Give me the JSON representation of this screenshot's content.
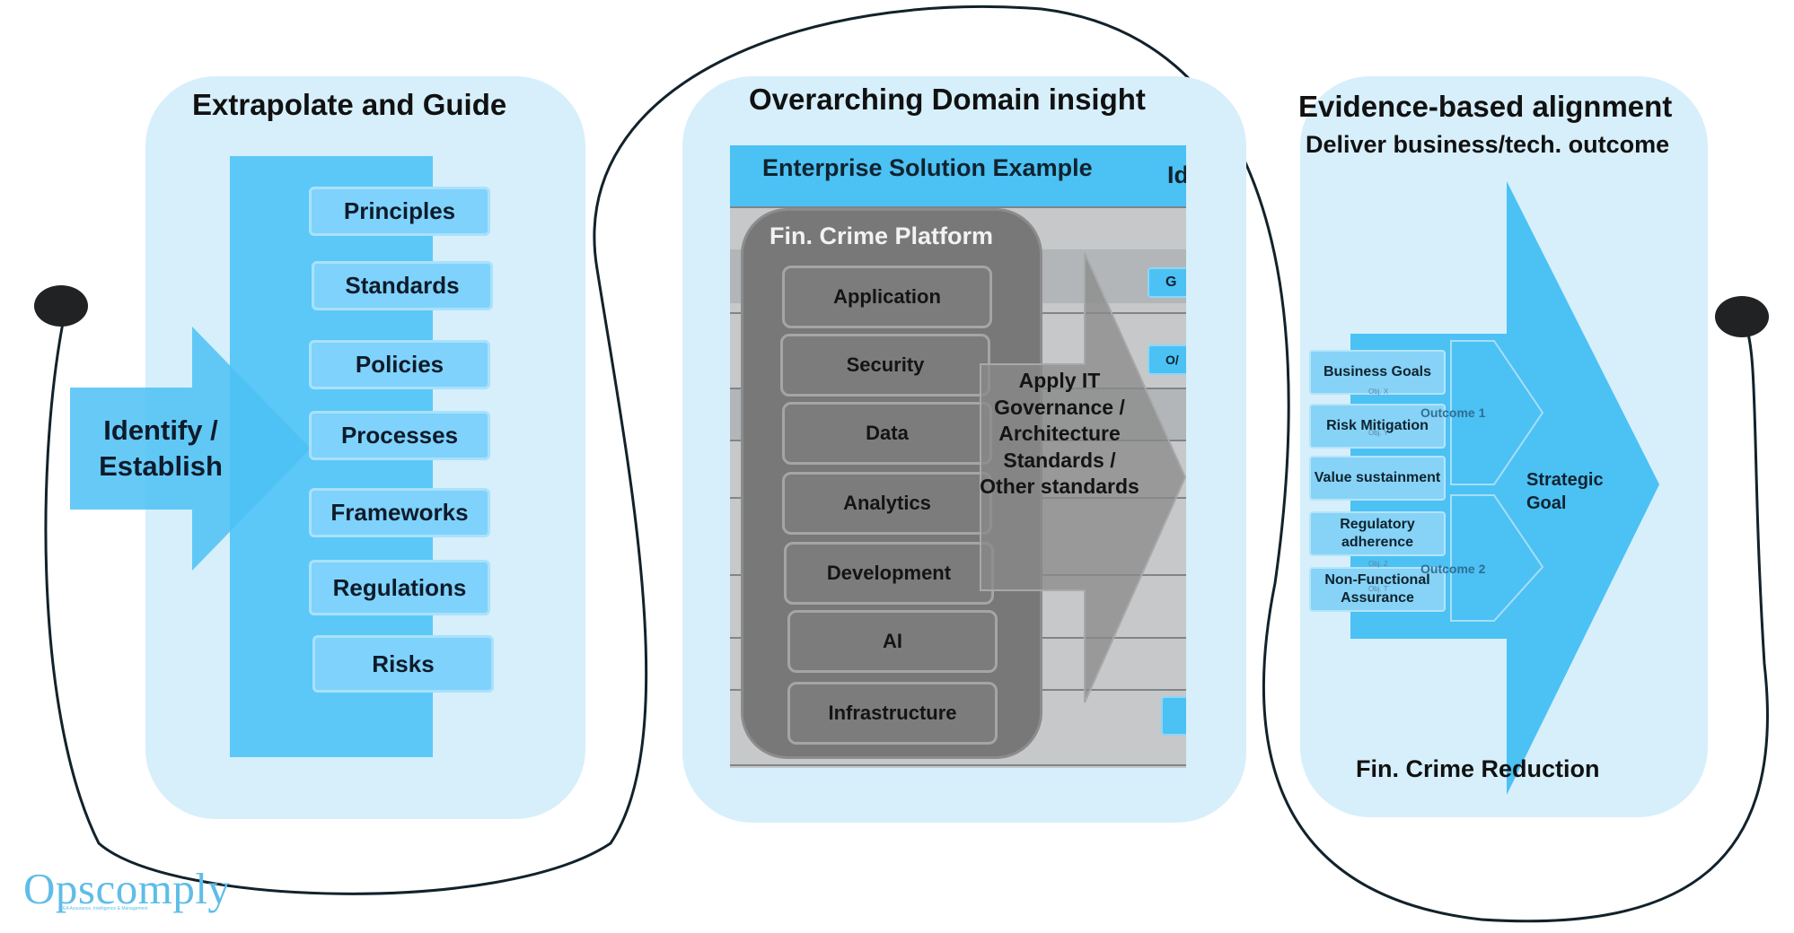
{
  "panels": {
    "left": {
      "title": "Extrapolate and Guide",
      "arrow_label": "Identify / Establish",
      "items": [
        "Principles",
        "Standards",
        "Policies",
        "Processes",
        "Frameworks",
        "Regulations",
        "Risks"
      ]
    },
    "middle": {
      "title": "Overarching Domain insight",
      "header": "Enterprise Solution Example",
      "header_cut": "Id",
      "platform_title": "Fin. Crime Platform",
      "components": [
        "Application",
        "Security",
        "Data",
        "Analytics",
        "Development",
        "AI",
        "Infrastructure"
      ],
      "side_labels": [
        "G",
        "O/"
      ],
      "arrow_text": "Apply IT Governance / Architecture Standards / Other standards"
    },
    "right": {
      "title": "Evidence-based alignment",
      "subtitle": "Deliver business/tech. outcome",
      "inputs": [
        "Business Goals",
        "Risk Mitigation",
        "Value sustainment",
        "Regulatory adherence",
        "Non-Functional Assurance"
      ],
      "outcome_1": "Outcome 1",
      "outcome_2": "Outcome 2",
      "objectives": [
        "Obj. X",
        "Obj. Y",
        "Obj. Z",
        "Obj. T"
      ],
      "strategic_goal": "Strategic Goal",
      "footer": "Fin. Crime Reduction"
    }
  },
  "logo": {
    "name": "Opscomply",
    "tagline": "EA Assurance, Intelligence & Management"
  },
  "colors": {
    "panel_bg": "#d6effb",
    "accent_blue": "#4cc1f4",
    "dark_dot": "#202224",
    "platform_grey": "#787878"
  }
}
